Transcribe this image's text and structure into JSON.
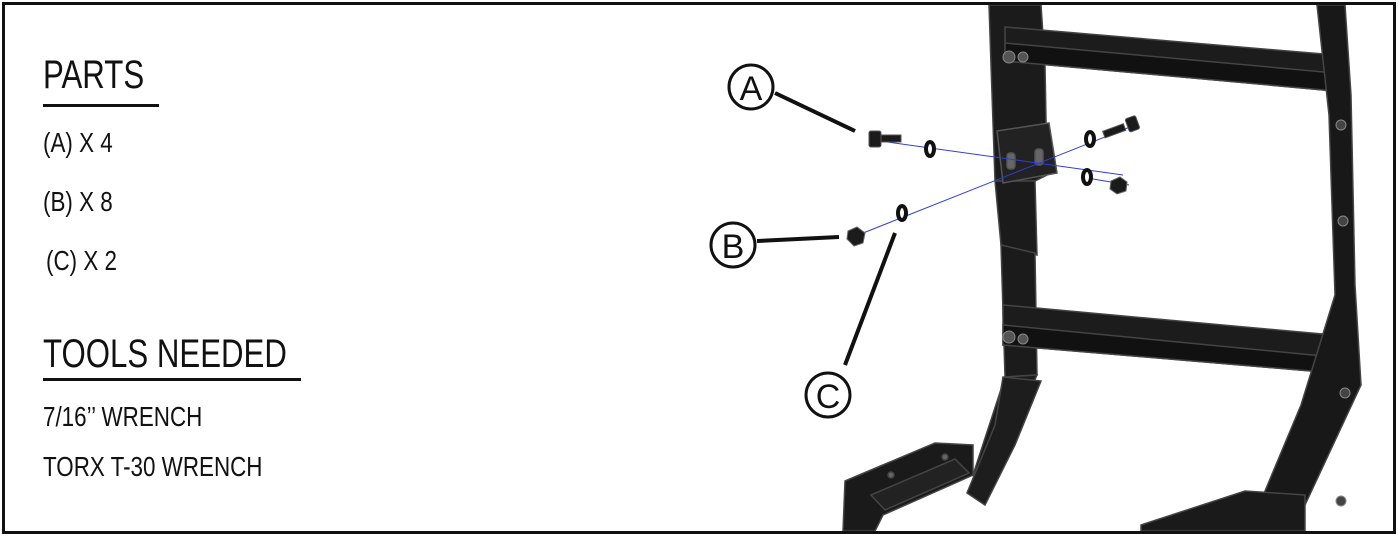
{
  "parts": {
    "heading": "PARTS",
    "items": [
      "(A) X 4",
      "(B) X 8",
      "(C) X 2"
    ]
  },
  "tools": {
    "heading": "TOOLS NEEDED",
    "items": [
      "7/16’’ WRENCH",
      "TORX T-30 WRENCH"
    ]
  },
  "callouts": {
    "a": "A",
    "b": "B",
    "c": "C"
  },
  "colors": {
    "ink": "#111111",
    "frame_metal": "#1b1b1b",
    "edge": "#444444",
    "guide_line": "#2f3fd6"
  }
}
